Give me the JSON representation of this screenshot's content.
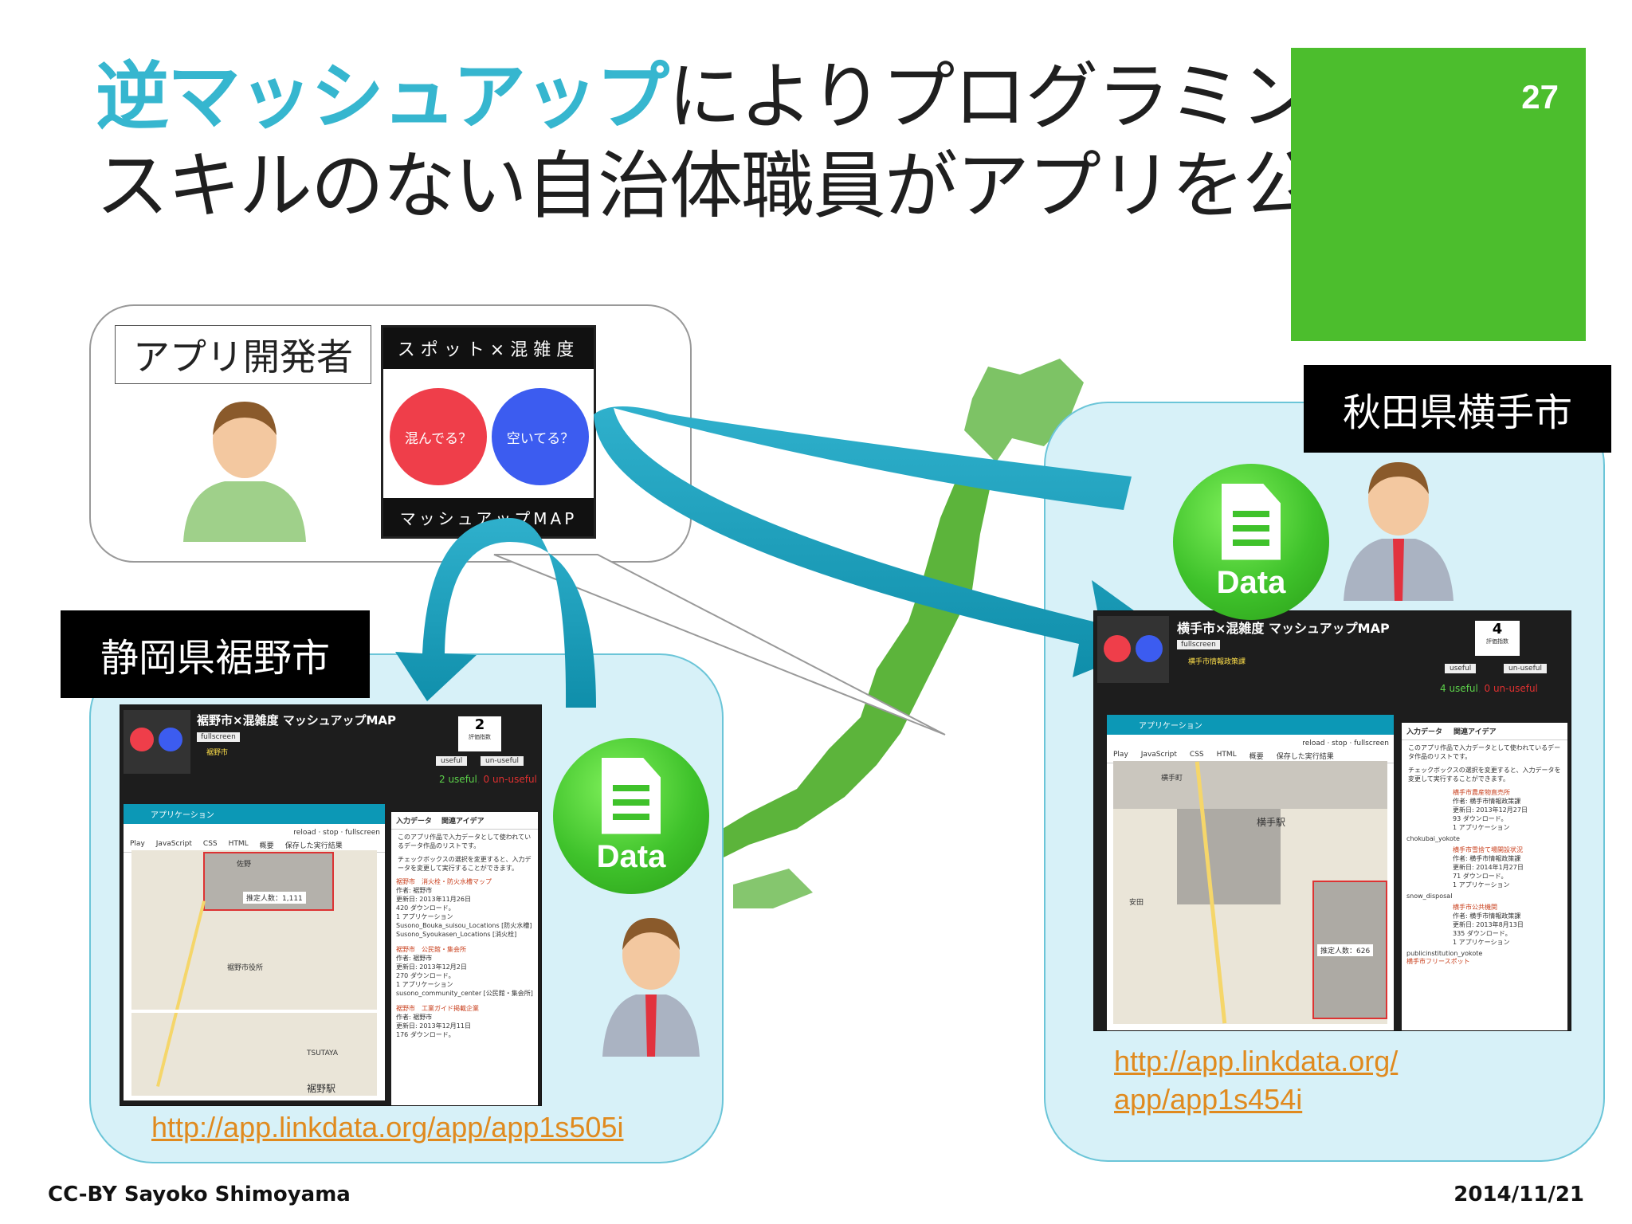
{
  "slide": {
    "title_highlight": "逆マッシュアップ",
    "title_line1_rest": "によりプログラミング",
    "title_line2": "スキルのない自治体職員がアプリを公開",
    "page_number": "27",
    "accent_color": "#4cbe2d",
    "highlight_color": "#36b6cf"
  },
  "developer": {
    "label": "アプリ開発者",
    "app_logo": {
      "top_text": "スポット×混雑度",
      "left_circle": "混んでる？",
      "right_circle": "空いてる？",
      "bottom_text": "マッシュアップMAP",
      "left_color": "#ef3e4a",
      "right_color": "#3c5cf0"
    }
  },
  "susono": {
    "label": "静岡県裾野市",
    "app_title": "裾野市×混雑度 マッシュアップMAP",
    "fullscreen": "fullscreen",
    "org": "裾野市",
    "score": "2",
    "score_label": "評価指数",
    "useful": "useful",
    "unuseful": "un-useful",
    "useful_count": "2 useful",
    "unuseful_count": "0 un-useful",
    "app_tab": "アプリケーション",
    "reload": "reload",
    "stop": "stop",
    "tabs": [
      "Play",
      "JavaScript",
      "CSS",
      "HTML",
      "概要",
      "保存した実行結果"
    ],
    "side_tabs": [
      "入力データ",
      "関連アイデア"
    ],
    "side_notes": [
      "このアプリ作品で入力データとして使われているデータ作品のリストです。",
      "チェックボックスの選択を変更すると、入力データを変更して実行することができます。"
    ],
    "map_labels": [
      "佐野",
      "推定人数：1,111",
      "裾野市役所",
      "裾野駅",
      "TSUTAYA"
    ],
    "datasets": [
      {
        "name": "裾野市　消火栓・防火水槽マップ",
        "author": "作者: 裾野市",
        "updated": "更新日: 2013年11月26日",
        "downloads": "420 ダウンロード。",
        "apps": "1 アプリケーション"
      },
      {
        "name": "裾野市　公民館・集会所",
        "author": "作者: 裾野市",
        "updated": "更新日: 2013年12月2日",
        "downloads": "270 ダウンロード。",
        "apps": "1 アプリケーション"
      },
      {
        "name": "裾野市　工業ガイド掲載企業",
        "author": "作者: 裾野市",
        "updated": "更新日: 2013年12月11日",
        "downloads": "176 ダウンロード。",
        "apps": ""
      }
    ],
    "checks": [
      "Susono_Bouka_suisou_Locations [防火水槽]",
      "Susono_Syoukasen_Locations [消火栓]",
      "susono_community_center [公民館・集会所]"
    ],
    "url": "http://app.linkdata.org/app/app1s505i"
  },
  "yokote": {
    "label": "秋田県横手市",
    "app_title": "横手市×混雑度 マッシュアップMAP",
    "fullscreen": "fullscreen",
    "org": "横手市情報政策課",
    "score": "4",
    "score_label": "評価指数",
    "useful": "useful",
    "unuseful": "un-useful",
    "useful_count": "4 useful",
    "unuseful_count": "0 un-useful",
    "app_tab": "アプリケーション",
    "reload": "reload",
    "stop": "stop",
    "tabs": [
      "Play",
      "JavaScript",
      "CSS",
      "HTML",
      "概要",
      "保存した実行結果"
    ],
    "side_tabs": [
      "入力データ",
      "関連アイデア"
    ],
    "side_notes": [
      "このアプリ作品で入力データとして使われているデータ作品のリストです。",
      "チェックボックスの選択を変更すると、入力データを変更して実行することができます。"
    ],
    "map_labels": [
      "横手町",
      "横手駅",
      "推定人数：626",
      "安田"
    ],
    "datasets": [
      {
        "name": "横手市農産物直売所",
        "author": "作者: 横手市情報政策課",
        "updated": "更新日: 2013年12月27日",
        "downloads": "93 ダウンロード。",
        "apps": "1 アプリケーション"
      },
      {
        "name": "横手市雪捨て場開設状況",
        "author": "作者: 横手市情報政策課",
        "updated": "更新日: 2014年1月27日",
        "downloads": "71 ダウンロード。",
        "apps": "1 アプリケーション"
      },
      {
        "name": "横手市公共機関",
        "author": "作者: 横手市情報政策課",
        "updated": "更新日: 2013年8月13日",
        "downloads": "335 ダウンロード。",
        "apps": "1 アプリケーション"
      }
    ],
    "checks": [
      "chokubai_yokote",
      "snow_disposal",
      "publicinstitution_yokote",
      "横手市フリースポット"
    ],
    "url_line1": "http://app.linkdata.org/",
    "url_line2": "app/app1s454i"
  },
  "badges": {
    "data_label": "Data"
  },
  "footer": {
    "license": "CC-BY Sayoko Shimoyama",
    "date": "2014/11/21"
  }
}
